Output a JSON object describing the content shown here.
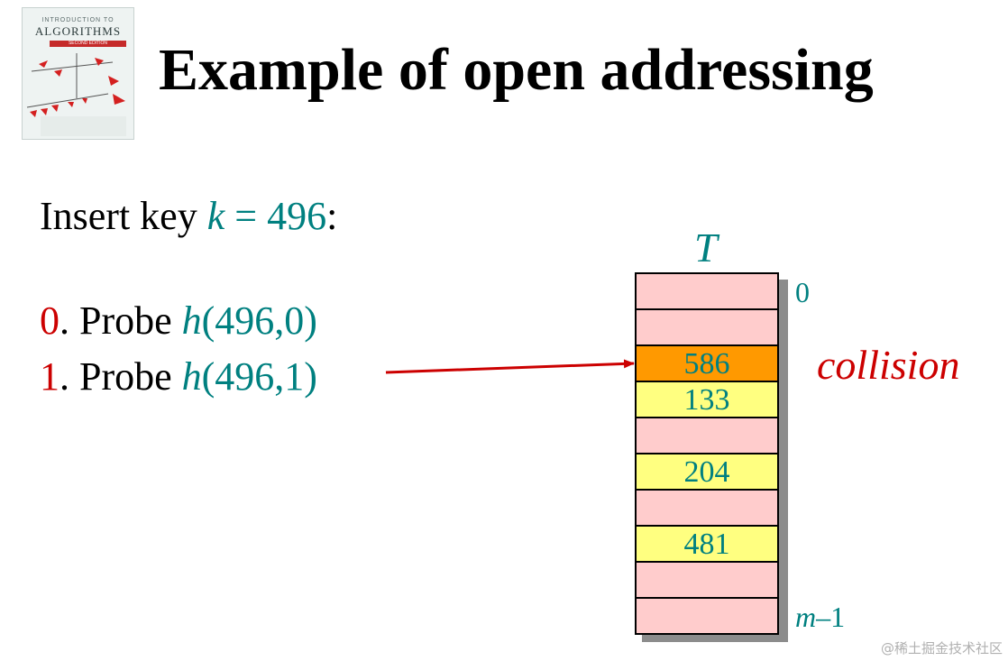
{
  "book": {
    "intro": "INTRODUCTION TO",
    "title": "ALGORITHMS",
    "edition": "SECOND EDITION"
  },
  "slide": {
    "title": "Example of open addressing",
    "insert_prefix": "Insert key ",
    "insert_var": "k",
    "insert_mid": " = 496",
    "insert_suffix": ":"
  },
  "probes": [
    {
      "num": "0",
      "text": ". Probe ",
      "func": "h",
      "args": "(496,0)"
    },
    {
      "num": "1",
      "text": ". Probe ",
      "func": "h",
      "args": "(496,1)"
    }
  ],
  "table": {
    "label": "T",
    "index_first": "0",
    "index_last_var": "m",
    "index_last_suffix": "–1",
    "slots": [
      {
        "value": "",
        "state": "empty"
      },
      {
        "value": "",
        "state": "empty"
      },
      {
        "value": "586",
        "state": "collide"
      },
      {
        "value": "133",
        "state": "filled"
      },
      {
        "value": "",
        "state": "empty"
      },
      {
        "value": "204",
        "state": "filled"
      },
      {
        "value": "",
        "state": "empty"
      },
      {
        "value": "481",
        "state": "filled"
      },
      {
        "value": "",
        "state": "empty"
      },
      {
        "value": "",
        "state": "empty"
      }
    ]
  },
  "annotation": {
    "collision": "collision"
  },
  "watermark": "@稀土掘金技术社区",
  "colors": {
    "teal": "#008080",
    "red": "#cc0000",
    "empty_slot": "#ffcccc",
    "filled_slot": "#ffff80",
    "collision_slot": "#ff9900"
  }
}
